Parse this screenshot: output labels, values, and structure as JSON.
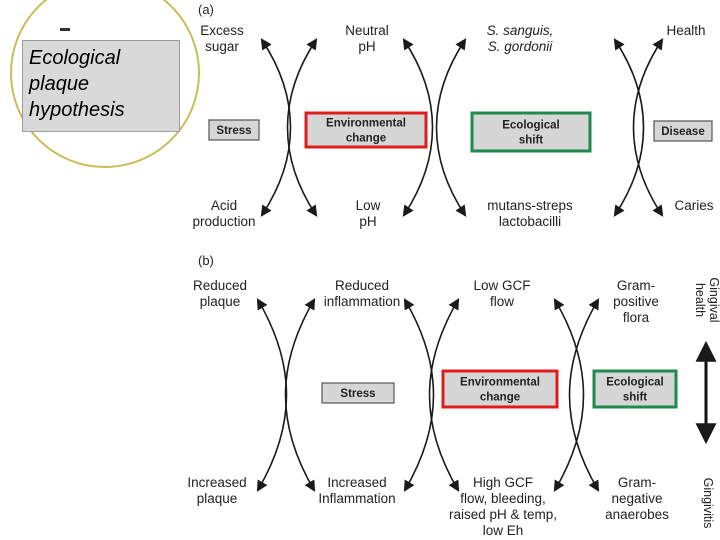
{
  "title": {
    "lines": [
      "Ecological",
      "plaque",
      "hypothesis"
    ]
  },
  "panel_a": {
    "label": "(a)",
    "top": [
      {
        "lines": [
          "Excess",
          "sugar"
        ]
      },
      {
        "lines": [
          "Neutral",
          "pH"
        ]
      },
      {
        "lines": [
          "S. sanguis,",
          "S. gordonii"
        ],
        "italic": true
      },
      {
        "lines": [
          "Health"
        ]
      }
    ],
    "middle": [
      {
        "lines": [
          "Stress"
        ],
        "border": "#555555"
      },
      {
        "lines": [
          "Environmental",
          "change"
        ],
        "border": "#e01b1b"
      },
      {
        "lines": [
          "Ecological",
          "shift"
        ],
        "border": "#1f8a4c"
      },
      {
        "lines": [
          "Disease"
        ],
        "border": "#555555"
      }
    ],
    "bottom": [
      {
        "lines": [
          "Acid",
          "production"
        ]
      },
      {
        "lines": [
          "Low",
          "pH"
        ]
      },
      {
        "lines": [
          "mutans-streps",
          "lactobacilli"
        ]
      },
      {
        "lines": [
          "Caries"
        ]
      }
    ]
  },
  "panel_b": {
    "label": "(b)",
    "top": [
      {
        "lines": [
          "Reduced",
          "plaque"
        ]
      },
      {
        "lines": [
          "Reduced",
          "inflammation"
        ]
      },
      {
        "lines": [
          "Low GCF",
          "flow"
        ]
      },
      {
        "lines": [
          "Gram-",
          "positive",
          "flora"
        ]
      }
    ],
    "middle": [
      {
        "lines": [
          "Stress"
        ],
        "border": "#555555"
      },
      {
        "lines": [
          "Environmental",
          "change"
        ],
        "border": "#e01b1b"
      },
      {
        "lines": [
          "Ecological",
          "shift"
        ],
        "border": "#1f8a4c"
      }
    ],
    "bottom": [
      {
        "lines": [
          "Increased",
          "plaque"
        ]
      },
      {
        "lines": [
          "Increased",
          "Inflammation"
        ]
      },
      {
        "lines": [
          "High GCF",
          "flow, bleeding,",
          "raised pH & temp,",
          "low Eh"
        ]
      },
      {
        "lines": [
          "Gram-",
          "negative",
          "anaerobes"
        ]
      }
    ],
    "side_top": [
      "Gingival",
      "health"
    ],
    "side_bottom": [
      "Gingivitis"
    ]
  },
  "colors": {
    "box_fill": "#d6d6d6",
    "env_border": "#e01b1b",
    "eco_border": "#1f8a4c",
    "title_fill": "#d9d9d9",
    "circle": "#c8bd5a"
  }
}
